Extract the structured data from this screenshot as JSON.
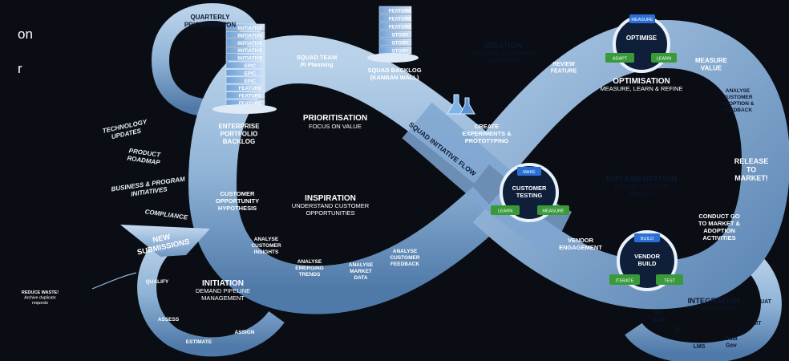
{
  "top_left_text": [
    "on",
    "r"
  ],
  "quarterly": "QUARTERLY PRIORITISATION",
  "backlog_stack": [
    "INITIATIVE",
    "INITIATIVE",
    "INITIATIVE",
    "INITIATIVE",
    "INITIATIVE",
    "EPIC",
    "EPIC",
    "EPIC",
    "FEATURE",
    "FEATURE",
    "FEATURE"
  ],
  "squad_stack": [
    "FEATURE",
    "FEATURE",
    "FEATURE",
    "STORY",
    "STORY",
    "STORY"
  ],
  "enterprise": [
    "ENTERPRISE",
    "PORTFOLIO",
    "BACKLOG"
  ],
  "squad_team": [
    "SQUAD TEAM",
    "PI Planning"
  ],
  "squad_backlog": [
    "SQUAD BACKLOG",
    "(KANBAN WALL)"
  ],
  "ideation": {
    "title": "IDEATION",
    "sub": [
      "EXPLORE CUSTOMER",
      "SOLUTIONS"
    ]
  },
  "review_feature": [
    "REVIEW",
    "FEATURE"
  ],
  "optimise": {
    "title": "OPTIMISE",
    "top": "MEASURE",
    "left": "ADAPT",
    "right": "LEARN"
  },
  "measure_value": [
    "MEASURE",
    "VALUE"
  ],
  "optimisation": {
    "title": "OPTIMISATION",
    "sub": "MEASURE, LEARN & REFINE"
  },
  "analyse_adoption": [
    "ANALYSE",
    "CUSTOMER",
    "ADOPTION &",
    "FEEDBACK"
  ],
  "prioritisation": {
    "title": "PRIORITISATION",
    "sub": "FOCUS ON VALUE"
  },
  "flow_label": "SQUAD INITIATIVE FLOW",
  "create": [
    "CREATE",
    "EXPERIMENTS &",
    "PROTOTYPING"
  ],
  "release": [
    "RELEASE",
    "TO",
    "MARKET!"
  ],
  "customer_testing": {
    "title": [
      "CUSTOMER",
      "TESTING"
    ],
    "top": "MAKE",
    "left": "LEARN",
    "right": "MEASURE"
  },
  "implementation": {
    "title": "IMPLEMENTATION",
    "sub": [
      "DESIGN, DEVELOP",
      "DEPOLY"
    ]
  },
  "side_inputs": [
    "TECHNOLOGY UPDATES",
    "PRODUCT ROADMAP",
    "BUSINESS & PROGRAM INITIATIVES",
    "COMPLIANCE"
  ],
  "customer_opportunity": [
    "CUSTOMER",
    "OPPORTUNITY",
    "HYPOTHESIS"
  ],
  "inspiration": {
    "title": "INSPIRATION",
    "sub": [
      "UNDERSTAND CUSTOMER",
      "OPPORTUNITIES"
    ]
  },
  "conduct": [
    "CONDUCT GO",
    "TO MARKET &",
    "ADOPTION",
    "ACTIVITIES"
  ],
  "new_submissions": [
    "NEW",
    "SUBMISSIONS"
  ],
  "analyse_insights": [
    "ANALYSE",
    "CUSTOMER",
    "INSIGHTS"
  ],
  "analyse_trends": [
    "ANALYSE",
    "EMERGING",
    "TRENDS"
  ],
  "analyse_market": [
    "ANALYSE",
    "MARKET",
    "DATA"
  ],
  "analyse_feedback": [
    "ANALYSE",
    "CUSTOMER",
    "FEEDBACK"
  ],
  "vendor_engagement": [
    "VENDOR",
    "ENGAGEMENT"
  ],
  "vendor_build": {
    "title": [
      "VENDOR",
      "BUILD"
    ],
    "top": "BUILD",
    "left": "ITERATE",
    "right": "TEST"
  },
  "initiation": {
    "title": "INITIATION",
    "sub": [
      "DEMAND PIPELINE",
      "MANAGEMENT"
    ]
  },
  "initiation_steps": [
    "QUALIFY",
    "ASSESS",
    "ESTIMATE",
    "ASSIGN"
  ],
  "reduce_waste": {
    "title": "REDUCE WASTE!",
    "sub": [
      "Archive duplicate",
      "requests"
    ]
  },
  "integration": {
    "title": "INTEGRATION",
    "sub": "BUSINESS SYSTEMS"
  },
  "integration_systems": [
    "MS",
    "D365",
    "SF",
    "LMS",
    "Data",
    "Gov",
    "SIT",
    "UAT"
  ],
  "colors": {
    "background": "#0a0d14",
    "band": "#8fb3d6",
    "band_dark": "#4d78a6",
    "green": "#3a9a3a",
    "blue": "#2a6fd6"
  }
}
